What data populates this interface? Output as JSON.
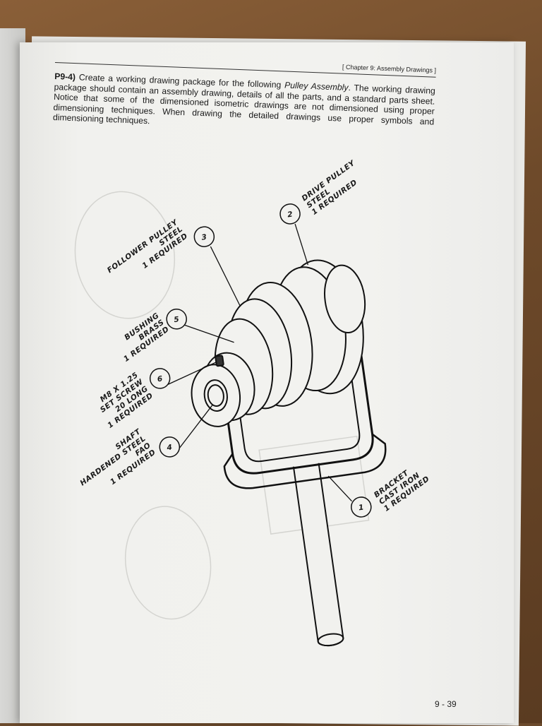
{
  "header": {
    "chapter": "[ Chapter 9: Assembly Drawings ]"
  },
  "problem": {
    "id": "P9-4)",
    "text_1": " Create a working drawing package for the following ",
    "assembly_name": "Pulley Assembly",
    "text_2": ". The working drawing package should contain an assembly drawing, details of all the parts, and a standard parts sheet. Notice that some of the dimensioned isometric drawings are not dimensioned using proper dimensioning techniques. When drawing the detailed drawings use proper symbols and dimensioning techniques."
  },
  "callouts": [
    {
      "num": "2",
      "lines": [
        "DRIVE PULLEY",
        "STEEL",
        "1 REQUIRED"
      ]
    },
    {
      "num": "3",
      "lines": [
        "FOLLOWER PULLEY",
        "STEEL",
        "1 REQUIRED"
      ]
    },
    {
      "num": "5",
      "lines": [
        "BUSHING",
        "BRASS",
        "1 REQUIRED"
      ]
    },
    {
      "num": "6",
      "lines": [
        "M8 X 1.25",
        "SET SCREW",
        "20 LONG",
        "1 REQUIRED"
      ]
    },
    {
      "num": "4",
      "lines": [
        "SHAFT",
        "HARDENED STEEL",
        "FAO",
        "1 REQUIRED"
      ]
    },
    {
      "num": "1",
      "lines": [
        "BRACKET",
        "CAST IRON",
        "1 REQUIRED"
      ]
    }
  ],
  "footer": {
    "page_number": "9 - 39"
  }
}
